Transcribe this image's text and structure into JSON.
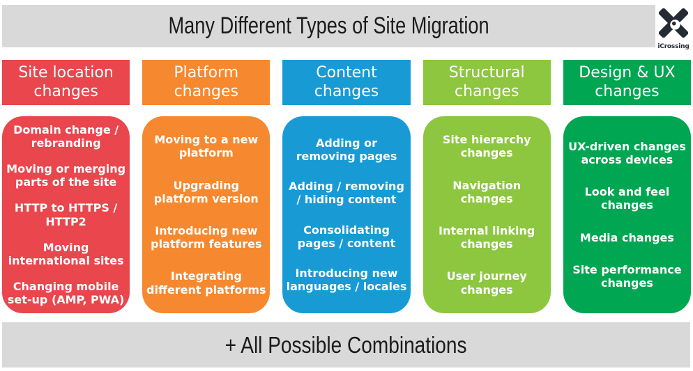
{
  "title": "Many Different Types of Site Migration",
  "logo": {
    "name": "icrossing-x-logo",
    "text": "iCrossing",
    "color": "#242B35"
  },
  "footer": "+ All Possible Combinations",
  "colors": {
    "bar_gray": "#D9D9D9",
    "text_dark": "#1B1B1B",
    "text_white": "#FFFFFF"
  },
  "columns": [
    {
      "header": "Site location\nchanges",
      "color": "#E9464D",
      "item_gap": 18,
      "items": [
        "Domain change /\nrebranding",
        "Moving or merging\nparts of the site",
        "HTTP to HTTPS /\nHTTP2",
        "Moving\ninternational sites",
        "Changing mobile\nset-up (AMP, PWA)"
      ]
    },
    {
      "header": "Platform\nchanges",
      "color": "#F6882F",
      "item_gap": 27,
      "items": [
        "Moving to a new\nplatform",
        "Upgrading\nplatform version",
        "Introducing new\nplatform features",
        "Integrating\ndifferent platforms"
      ]
    },
    {
      "header": "Content\nchanges",
      "color": "#189BD5",
      "item_gap": 24,
      "items": [
        "Adding or\nremoving pages",
        "Adding  / removing\n/ hiding content",
        "Consolidating\npages / content",
        "Introducing new\nlanguages / locales"
      ]
    },
    {
      "header": "Structural\nchanges",
      "color": "#8DC63F",
      "item_gap": 27,
      "items": [
        "Site hierarchy\nchanges",
        "Navigation\nchanges",
        "Internal linking\nchanges",
        "User journey\nchanges"
      ]
    },
    {
      "header": "Design & UX\nchanges",
      "color": "#00A651",
      "item_gap": 27,
      "items": [
        "UX-driven changes\nacross devices",
        "Look and feel\nchanges",
        "Media changes",
        "Site performance\nchanges"
      ]
    }
  ]
}
